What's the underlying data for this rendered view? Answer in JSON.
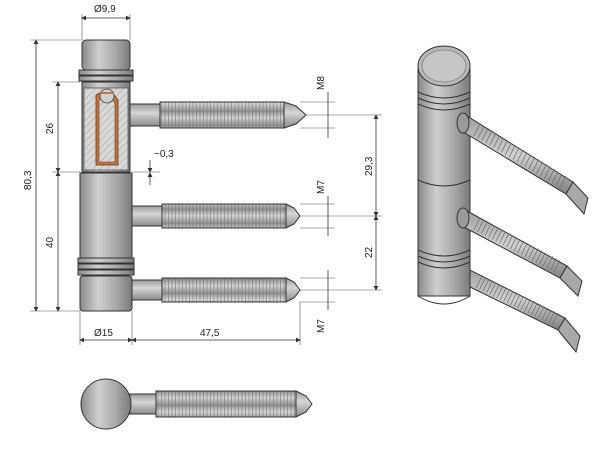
{
  "drawing": {
    "dimensions": {
      "top_diameter": "Ø9,9",
      "bottom_diameter": "Ø15",
      "total_height": "80,3",
      "upper_body": "26",
      "lower_body": "40",
      "gap": "~0,3",
      "pin_length": "47,5",
      "upper_pin_thread": "M8",
      "middle_pin_thread": "M7",
      "lower_pin_thread": "M7",
      "spacing_upper": "29,3",
      "spacing_lower": "22"
    },
    "colors": {
      "body_fill": "#b4b4b4",
      "body_dark": "#8e8e8e",
      "section_hatch": "#cfcfcf",
      "section_orange": "#c8733a",
      "thread_fill": "#c4c4c4",
      "line": "#333333"
    }
  }
}
